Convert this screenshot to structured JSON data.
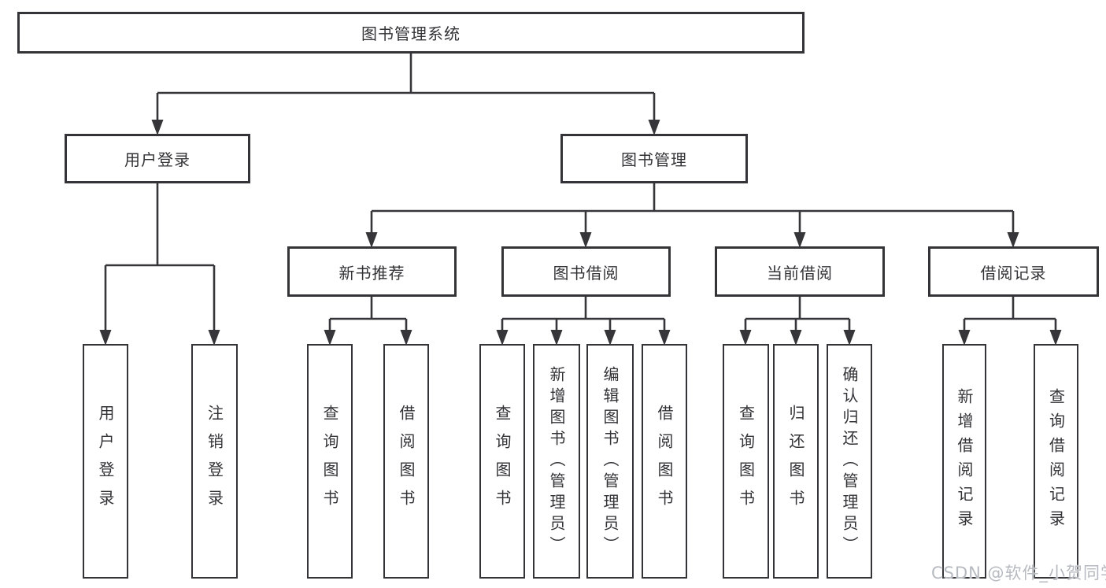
{
  "tree": {
    "label": "图书管理系统",
    "children": [
      {
        "label": "用户登录",
        "children": [
          {
            "label": "用户登录"
          },
          {
            "label": "注销登录"
          }
        ]
      },
      {
        "label": "图书管理",
        "children": [
          {
            "label": "新书推荐",
            "children": [
              {
                "label": "查询图书"
              },
              {
                "label": "借阅图书"
              }
            ]
          },
          {
            "label": "图书借阅",
            "children": [
              {
                "label": "查询图书"
              },
              {
                "label": "新增图书（管理员）"
              },
              {
                "label": "编辑图书（管理员）"
              },
              {
                "label": "借阅图书"
              }
            ]
          },
          {
            "label": "当前借阅",
            "children": [
              {
                "label": "查询图书"
              },
              {
                "label": "归还图书"
              },
              {
                "label": "确认归还（管理员）"
              }
            ]
          },
          {
            "label": "借阅记录",
            "children": [
              {
                "label": "新增借阅记录"
              },
              {
                "label": "查询借阅记录"
              }
            ]
          }
        ]
      }
    ]
  },
  "watermark": {
    "text": "CSDN @软件_小贺同学"
  },
  "colors": {
    "line": "#36363a",
    "border": "#333338",
    "text": "#333337",
    "watermark": "#b6bac0",
    "background": "#ffffff"
  }
}
